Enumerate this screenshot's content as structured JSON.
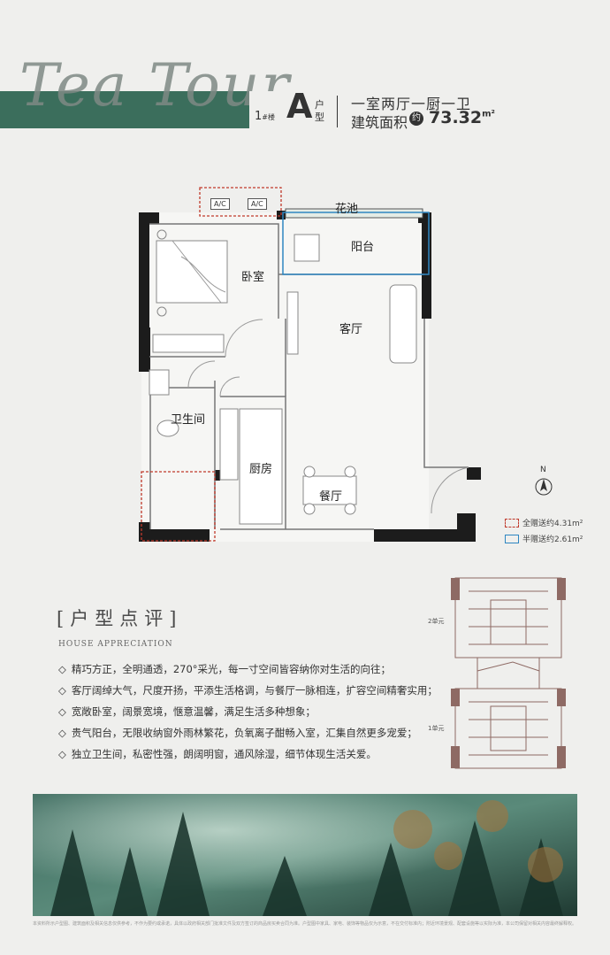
{
  "header": {
    "script_title": "Tea Tour",
    "building_no": "1",
    "building_suffix": "#楼",
    "unit_letter": "A",
    "unit_suffix": "户型",
    "unit_type": "一室两厅一厨一卫",
    "area_label": "建筑面积",
    "area_about": "约",
    "area_value": "73.32",
    "area_unit": "m²"
  },
  "plan": {
    "rooms": {
      "garden": "花池",
      "balcony": "阳台",
      "bedroom": "卧室",
      "living": "客厅",
      "bathroom": "卫生间",
      "kitchen": "厨房",
      "dining": "餐厅"
    },
    "ac_units": [
      "A/C",
      "A/C"
    ],
    "compass": "N",
    "colors": {
      "wall": "#1a1a1a",
      "free_area": "#c0392b",
      "half_area": "#2e86c1"
    }
  },
  "legend": {
    "free_area": "全赠送约4.31m²",
    "half_area": "半赠送约2.61m²"
  },
  "site_plan": {
    "unit2": "2单元",
    "unit1": "1单元",
    "color": "#8e6a64"
  },
  "review": {
    "title": "[户型点评]",
    "subtitle": "HOUSE APPRECIATION",
    "bullet": "◇",
    "items": [
      "精巧方正，全明通透，270°采光，每一寸空间皆容纳你对生活的向往；",
      "客厅阔绰大气，尺度开扬，平添生活格调，与餐厅一脉相连，扩容空间精奢实用；",
      "宽敞卧室，阔景宽境，惬意温馨，满足生活多种想象；",
      "贵气阳台，无限收纳窗外雨林繁花，负氧离子酣畅入室，汇集自然更多宠爱；",
      "独立卫生间，私密性强，朗阔明窗，通风除湿，细节体现生活关爱。"
    ]
  },
  "disclaimer": "本资料所示户型图、建筑面积及相关信息仅供参考，不作为要约或承诺，具体以政府相关部门批准文件及双方签订的商品房买卖合同为准。户型图中家具、家电、装饰等物品仅为示意，不在交付标准内；附近环境景观、配套设施等以实际为准，本公司保留对相关内容最终解释权。"
}
